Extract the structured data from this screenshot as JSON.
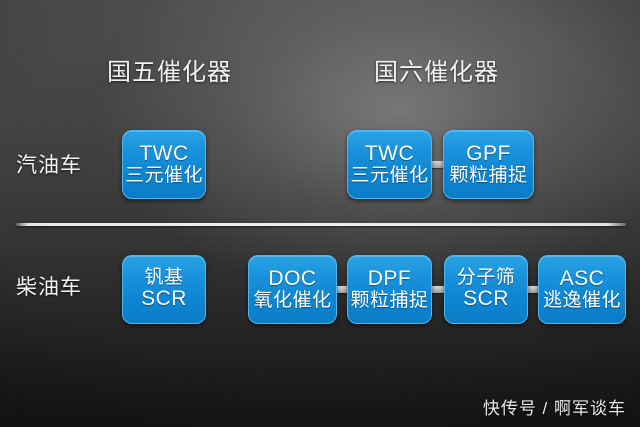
{
  "headers": {
    "left": "国五催化器",
    "right": "国六催化器"
  },
  "row_labels": {
    "gasoline": "汽油车",
    "diesel": "柴油车"
  },
  "colors": {
    "node_blue": "#0f86d2",
    "node_blue_light": "#2aa3e4",
    "node_border": "#4db8ee",
    "connector_gray": "#bcbcbc",
    "divider_white": "#f0f0f0",
    "background_dark": "#3a3a3a",
    "text_white": "#ffffff"
  },
  "nodes": {
    "gasoline_guo5": [
      {
        "line1": "TWC",
        "line2": "三元催化"
      }
    ],
    "gasoline_guo6": [
      {
        "line1": "TWC",
        "line2": "三元催化"
      },
      {
        "line1": "GPF",
        "line2": "颗粒捕捉"
      }
    ],
    "diesel_guo5": [
      {
        "line1": "钒基",
        "line2": "SCR"
      }
    ],
    "diesel_guo6": [
      {
        "line1": "DOC",
        "line2": "氧化催化"
      },
      {
        "line1": "DPF",
        "line2": "颗粒捕捉"
      },
      {
        "line1": "分子筛",
        "line2": "SCR"
      },
      {
        "line1": "ASC",
        "line2": "逃逸催化"
      }
    ]
  },
  "watermark": "快传号 / 啊军谈车"
}
